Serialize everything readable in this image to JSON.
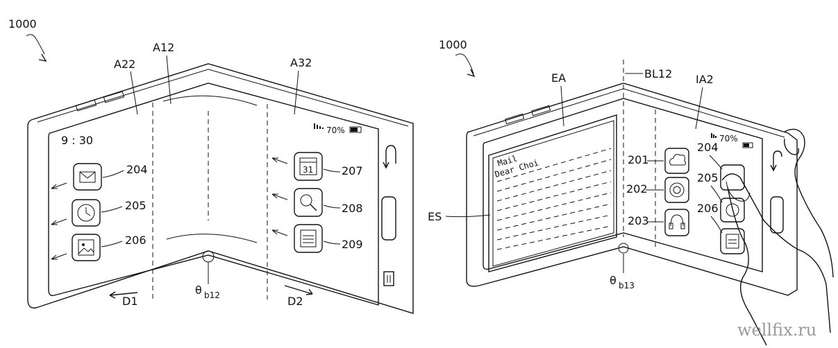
{
  "left_figure": {
    "ref": "1000",
    "time": "9 : 30",
    "battery": "70%",
    "regions": {
      "a22": "A22",
      "a12": "A12",
      "a32": "A32"
    },
    "icons": {
      "i204": "204",
      "i205": "205",
      "i206": "206",
      "i207": "207",
      "i208": "208",
      "i209": "209"
    },
    "calendar_day": "31",
    "angle": {
      "symbol": "θ",
      "sub": "b12"
    },
    "dir1": "D1",
    "dir2": "D2"
  },
  "right_figure": {
    "ref": "1000",
    "ea": "EA",
    "bl": "BL12",
    "ia": "IA2",
    "es": "ES",
    "battery": "70%",
    "mail_title": "Mail",
    "mail_line": "Dear Choi",
    "icons": {
      "i201": "201",
      "i202": "202",
      "i203": "203",
      "i204": "204",
      "i205": "205",
      "i206": "206"
    },
    "angle": {
      "symbol": "θ",
      "sub": "b13"
    }
  },
  "watermark": "wellfix.ru"
}
